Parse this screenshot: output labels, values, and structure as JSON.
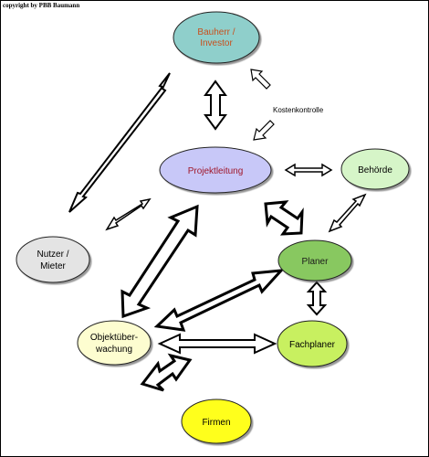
{
  "copyright": "copyright by PBB Baumann",
  "nodes": [
    {
      "id": "bauherr",
      "lines": [
        "Bauherr /",
        "Investor"
      ],
      "fill": "#8fcfcb",
      "text_color": "#c8501e"
    },
    {
      "id": "projektleitung",
      "lines": [
        "Projektleitung"
      ],
      "fill": "#c8c8f8",
      "text_color": "#a0182a"
    },
    {
      "id": "behoerde",
      "lines": [
        "Behörde"
      ],
      "fill": "#d6f5c8",
      "text_color": "#000000"
    },
    {
      "id": "nutzer",
      "lines": [
        "Nutzer /",
        "Mieter"
      ],
      "fill": "#e4e4e4",
      "text_color": "#000000"
    },
    {
      "id": "planer",
      "lines": [
        "Planer"
      ],
      "fill": "#88c860",
      "text_color": "#1a1a1a"
    },
    {
      "id": "objektueberwachung",
      "lines": [
        "Objektüber-",
        "wachung"
      ],
      "fill": "#fdfdd0",
      "text_color": "#000000"
    },
    {
      "id": "fachplaner",
      "lines": [
        "Fachplaner"
      ],
      "fill": "#c8f060",
      "text_color": "#000000"
    },
    {
      "id": "firmen",
      "lines": [
        "Firmen"
      ],
      "fill": "#ffff1e",
      "text_color": "#000000"
    }
  ],
  "annotation": "Kostenkontrolle"
}
